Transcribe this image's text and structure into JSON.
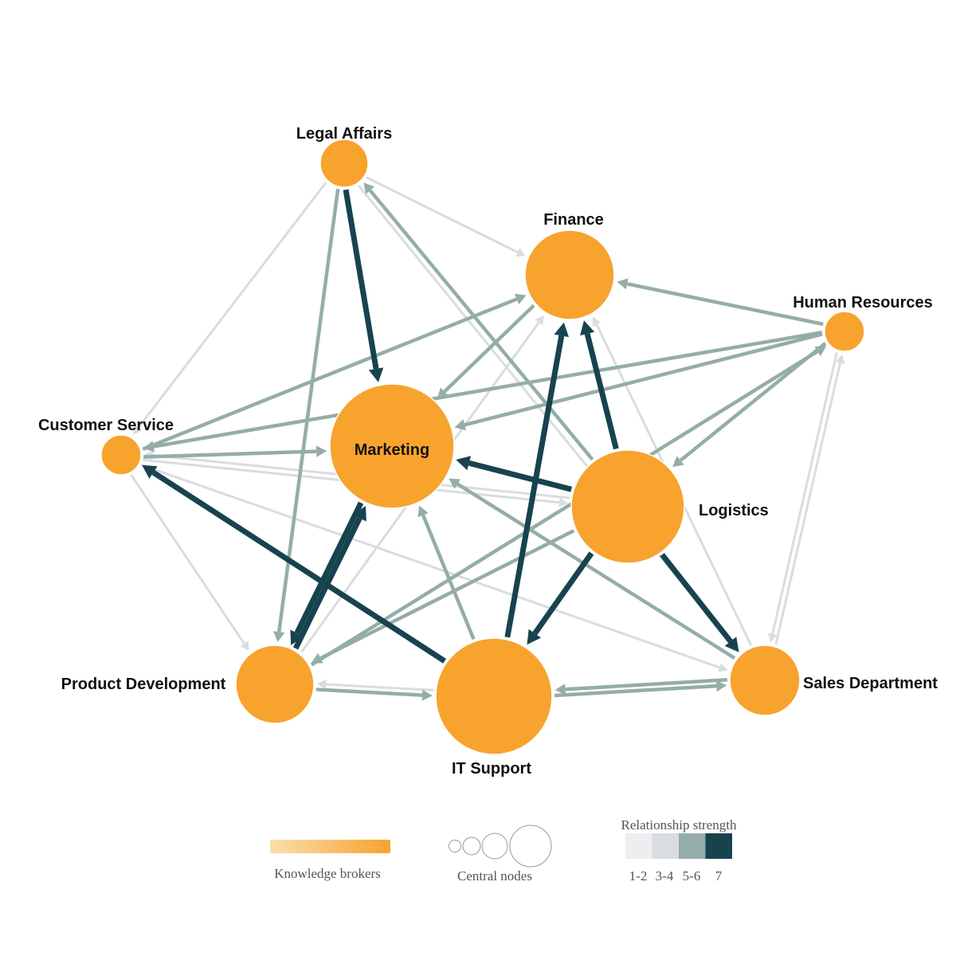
{
  "colors": {
    "node_fill": "#F7A32E",
    "node_stroke": "#ffffff",
    "strength_1_2": "#EDEEF0",
    "strength_3_4": "#D9DCE0",
    "strength_5_6": "#94ADA8",
    "strength_7": "#17434F",
    "gradient_start": "#FBDDAE",
    "gradient_end": "#F7A32E"
  },
  "nodes": [
    {
      "id": "legal",
      "label": "Legal Affairs",
      "centrality": 2
    },
    {
      "id": "finance",
      "label": "Finance",
      "centrality": 3
    },
    {
      "id": "hr",
      "label": "Human Resources",
      "centrality": 1
    },
    {
      "id": "customer",
      "label": "Customer Service",
      "centrality": 1
    },
    {
      "id": "marketing",
      "label": "Marketing",
      "centrality": 4
    },
    {
      "id": "logistics",
      "label": "Logistics",
      "centrality": 4
    },
    {
      "id": "product",
      "label": "Product Development",
      "centrality": 3
    },
    {
      "id": "it",
      "label": "IT Support",
      "centrality": 4
    },
    {
      "id": "sales",
      "label": "Sales Department",
      "centrality": 3
    }
  ],
  "edges": [
    {
      "source": "legal",
      "target": "marketing",
      "strength": 7
    },
    {
      "source": "legal",
      "target": "product",
      "strength": 5
    },
    {
      "source": "legal",
      "target": "customer",
      "strength": 3
    },
    {
      "source": "legal",
      "target": "finance",
      "strength": 3
    },
    {
      "source": "legal",
      "target": "sales",
      "strength": 3
    },
    {
      "source": "logistics",
      "target": "legal",
      "strength": 5
    },
    {
      "source": "hr",
      "target": "finance",
      "strength": 5
    },
    {
      "source": "hr",
      "target": "customer",
      "strength": 5
    },
    {
      "source": "hr",
      "target": "marketing",
      "strength": 5
    },
    {
      "source": "hr",
      "target": "sales",
      "strength": 3
    },
    {
      "source": "hr",
      "target": "logistics",
      "strength": 5
    },
    {
      "source": "product",
      "target": "hr",
      "strength": 5
    },
    {
      "source": "customer",
      "target": "finance",
      "strength": 5
    },
    {
      "source": "customer",
      "target": "marketing",
      "strength": 5
    },
    {
      "source": "customer",
      "target": "product",
      "strength": 3
    },
    {
      "source": "it",
      "target": "customer",
      "strength": 7
    },
    {
      "source": "finance",
      "target": "marketing",
      "strength": 5
    },
    {
      "source": "product",
      "target": "finance",
      "strength": 3
    },
    {
      "source": "logistics",
      "target": "finance",
      "strength": 7
    },
    {
      "source": "it",
      "target": "finance",
      "strength": 7
    },
    {
      "source": "sales",
      "target": "finance",
      "strength": 3
    },
    {
      "source": "logistics",
      "target": "marketing",
      "strength": 7
    },
    {
      "source": "product",
      "target": "marketing",
      "strength": 7
    },
    {
      "source": "marketing",
      "target": "product",
      "strength": 7
    },
    {
      "source": "it",
      "target": "marketing",
      "strength": 5
    },
    {
      "source": "sales",
      "target": "marketing",
      "strength": 5
    },
    {
      "source": "logistics",
      "target": "product",
      "strength": 5
    },
    {
      "source": "logistics",
      "target": "it",
      "strength": 7
    },
    {
      "source": "logistics",
      "target": "sales",
      "strength": 7
    },
    {
      "source": "product",
      "target": "it",
      "strength": 5
    },
    {
      "source": "it",
      "target": "product",
      "strength": 3
    },
    {
      "source": "it",
      "target": "sales",
      "strength": 5
    },
    {
      "source": "sales",
      "target": "it",
      "strength": 5
    },
    {
      "source": "sales",
      "target": "hr",
      "strength": 3
    },
    {
      "source": "customer",
      "target": "logistics",
      "strength": 3
    },
    {
      "source": "customer",
      "target": "sales",
      "strength": 3
    },
    {
      "source": "logistics",
      "target": "customer",
      "strength": 3
    }
  ],
  "legend": {
    "knowledge_brokers": "Knowledge brokers",
    "central_nodes": "Central nodes",
    "relationship_strength": "Relationship strength",
    "strength_bins": [
      "1-2",
      "3-4",
      "5-6",
      "7"
    ]
  }
}
